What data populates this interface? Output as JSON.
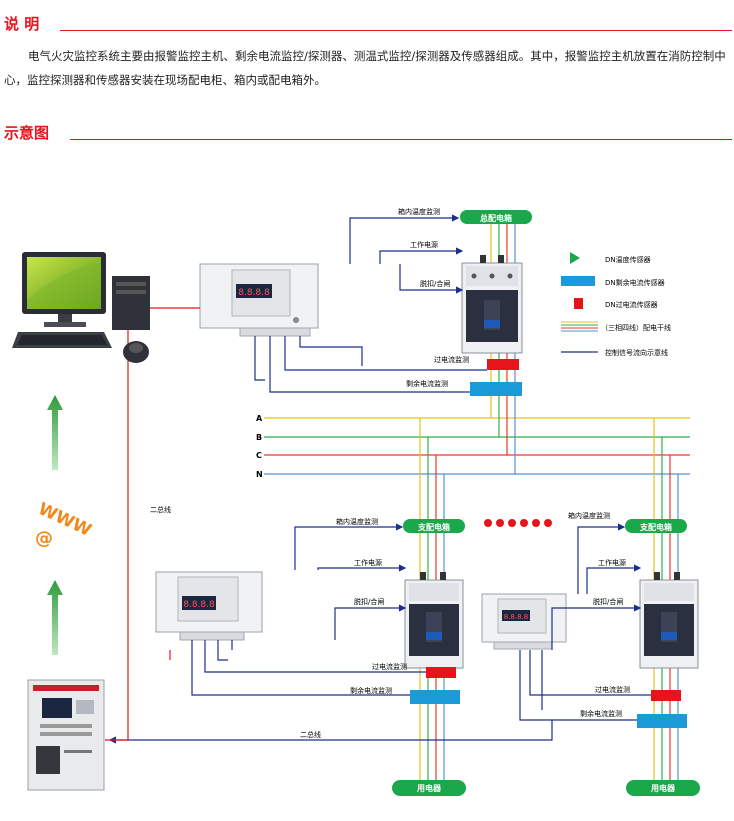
{
  "section1": {
    "title": "说 明",
    "paragraph": "电气火灾监控系统主要由报警监控主机、剩余电流监控/探测器、测温式监控/探测器及传感器组成。其中，报警监控主机放置在消防控制中心，监控探测器和传感器安装在现场配电柜、箱内或配电箱外。"
  },
  "section2": {
    "title": "示意图"
  },
  "diagram": {
    "main_box": "总配电箱",
    "sub_box_left": "支配电箱",
    "sub_box_right": "支配电箱",
    "load_left": "用电器",
    "load_right": "用电器",
    "box_temp": "箱内温度监测",
    "power": "工作电源",
    "trip": "脱扣/合闸",
    "overcurrent": "过电流监测",
    "residual": "剩余电流监测",
    "bus_label": "二总线",
    "www": "WWW",
    "at": "@",
    "phases": [
      "A",
      "B",
      "C",
      "N"
    ],
    "legend": [
      "DN温度传感器",
      "DN剩余电流传感器",
      "DN过电流传感器",
      "（三相四线）配电干线",
      "控制信号流向示意线"
    ],
    "device_display": "8.8.8.8",
    "colors": {
      "accent_red": "#e8141b",
      "green_box": "#1aa84a",
      "phase_a": "#e5c21a",
      "phase_b": "#2cb24a",
      "phase_c": "#e53a2e",
      "phase_n": "#5a8fd6",
      "signal_line": "#1d2f8c",
      "residual_sensor": "#1b9ad8",
      "overcurrent_sensor": "#e8141b"
    }
  }
}
